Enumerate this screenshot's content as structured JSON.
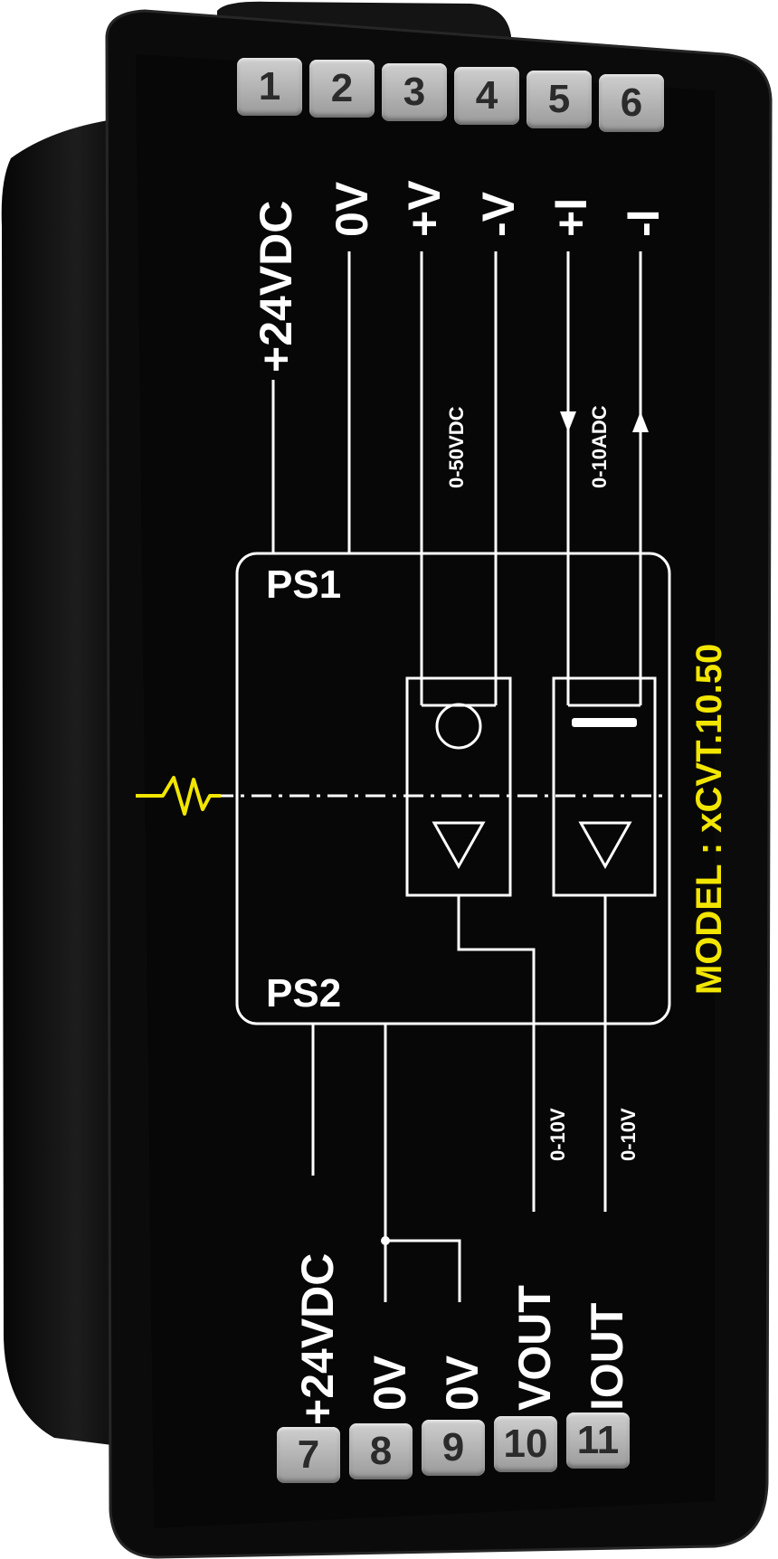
{
  "device": {
    "model": "MODEL : xCVT.10.50",
    "blocks": {
      "top": "PS1",
      "bottom": "PS2"
    }
  },
  "top_terminals": [
    {
      "num": "1",
      "label": "+24VDC"
    },
    {
      "num": "2",
      "label": "0V"
    },
    {
      "num": "3",
      "label": "+V"
    },
    {
      "num": "4",
      "label": "-V"
    },
    {
      "num": "5",
      "label": "+I"
    },
    {
      "num": "6",
      "label": "-I"
    }
  ],
  "bottom_terminals": [
    {
      "num": "7",
      "label": "+24VDC"
    },
    {
      "num": "8",
      "label": "0V"
    },
    {
      "num": "9",
      "label": "0V"
    },
    {
      "num": "10",
      "label": "VOUT"
    },
    {
      "num": "11",
      "label": "IOUT"
    }
  ],
  "ranges": {
    "voltage_in": "0-50VDC",
    "current_in": "0-10ADC",
    "vout": "0-10V",
    "iout": "0-10V"
  },
  "colors": {
    "housing": "#0d0d0d",
    "panel": "#050505",
    "line": "#ffffff",
    "accent": "#f2e600",
    "terminal": "#b4b4b4"
  }
}
